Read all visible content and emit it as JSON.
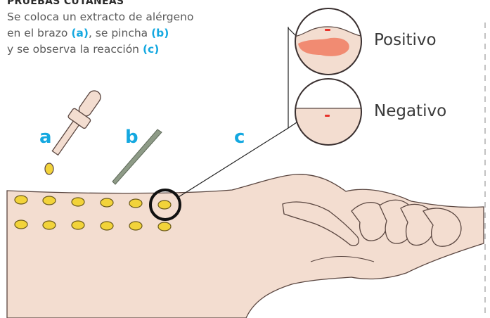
{
  "title": "PRUEBAS CUTÁNEAS",
  "description": {
    "line1": "Se coloca un extracto de alérgeno",
    "line2_pre": "en el brazo ",
    "label_a": "(a)",
    "line2_mid": ", se pincha ",
    "label_b": "(b)",
    "line3_pre": "y se observa la reacción ",
    "label_c": "(c)"
  },
  "steps": {
    "a": "a",
    "b": "b",
    "c": "c"
  },
  "results": {
    "positive": "Positivo",
    "negative": "Negativo"
  },
  "colors": {
    "accent": "#14a8e0",
    "skin": "#f3ddd0",
    "skin_outline": "#5a4640",
    "drop": "#f2d33a",
    "reaction": "#f07d62",
    "mark": "#e8322a"
  }
}
